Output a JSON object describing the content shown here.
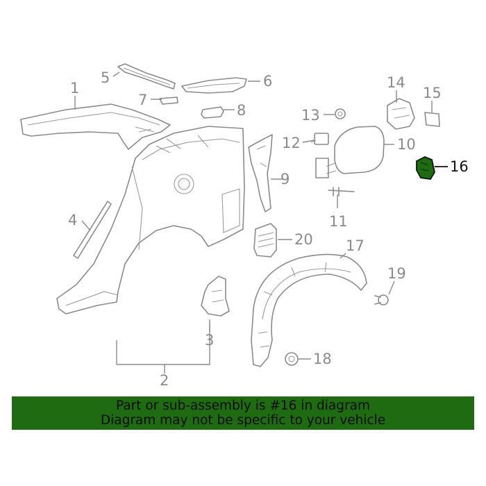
{
  "callouts": {
    "c1": "1",
    "c2": "2",
    "c3": "3",
    "c4": "4",
    "c5": "5",
    "c6": "6",
    "c7": "7",
    "c8": "8",
    "c9": "9",
    "c10": "10",
    "c11": "11",
    "c12": "12",
    "c13": "13",
    "c14": "14",
    "c15": "15",
    "c16": "16",
    "c17": "17",
    "c18": "18",
    "c19": "19",
    "c20": "20"
  },
  "highlight": {
    "part": "16",
    "color": "#1e6b12"
  },
  "banner": {
    "line1": "Part or sub-assembly is #16 in diagram",
    "line2": "Diagram may not be specific to your vehicle",
    "color": "#1e6b12"
  }
}
